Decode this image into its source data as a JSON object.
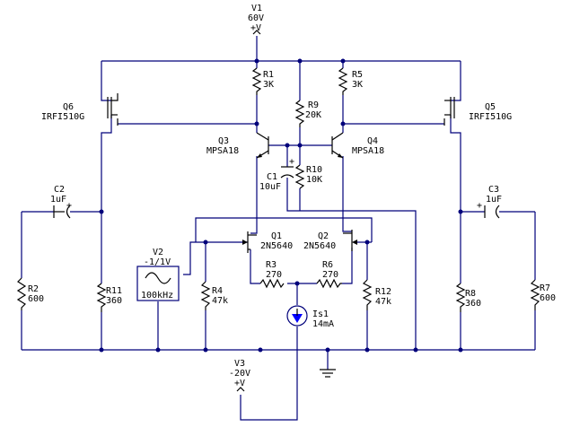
{
  "sources": {
    "v1": {
      "name": "V1",
      "value": "60V",
      "symbol": "+V"
    },
    "v2": {
      "name": "V2",
      "value": "-1/1V",
      "freq": "100kHz"
    },
    "v3": {
      "name": "V3",
      "value": "-20V",
      "symbol": "+V"
    },
    "is1": {
      "name": "Is1",
      "value": "14mA"
    }
  },
  "transistors": {
    "q1": {
      "name": "Q1",
      "part": "2N5640"
    },
    "q2": {
      "name": "Q2",
      "part": "2N5640"
    },
    "q3": {
      "name": "Q3",
      "part": "MPSA18"
    },
    "q4": {
      "name": "Q4",
      "part": "MPSA18"
    },
    "q5": {
      "name": "Q5",
      "part": "IRFI510G"
    },
    "q6": {
      "name": "Q6",
      "part": "IRFI510G"
    }
  },
  "resistors": {
    "r1": {
      "name": "R1",
      "value": "3K"
    },
    "r2": {
      "name": "R2",
      "value": "600"
    },
    "r3": {
      "name": "R3",
      "value": "270"
    },
    "r4": {
      "name": "R4",
      "value": "47k"
    },
    "r5": {
      "name": "R5",
      "value": "3K"
    },
    "r6": {
      "name": "R6",
      "value": "270"
    },
    "r7": {
      "name": "R7",
      "value": "600"
    },
    "r8": {
      "name": "R8",
      "value": "360"
    },
    "r9": {
      "name": "R9",
      "value": "20K"
    },
    "r10": {
      "name": "R10",
      "value": "10K"
    },
    "r11": {
      "name": "R11",
      "value": "360"
    },
    "r12": {
      "name": "R12",
      "value": "47k"
    }
  },
  "capacitors": {
    "c1": {
      "name": "C1",
      "value": "10uF",
      "pol": "+"
    },
    "c2": {
      "name": "C2",
      "value": "1uF",
      "pol": "+"
    },
    "c3": {
      "name": "C3",
      "value": "1uF",
      "pol": "+"
    }
  }
}
